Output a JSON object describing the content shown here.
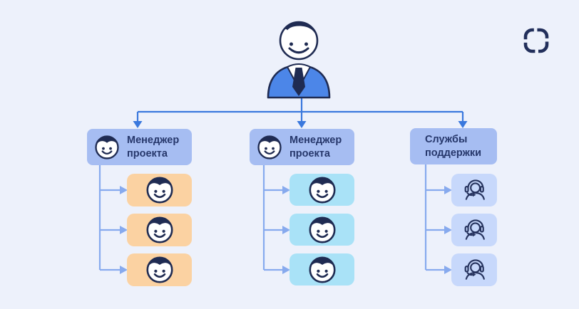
{
  "page": {
    "background_color": "#edf1fb",
    "brand_logo_icon": "broken-rounded-square-logo",
    "brand_logo_color": "#222f5b"
  },
  "org_chart": {
    "root": {
      "icon": "manager-in-blue-suit",
      "suit_color": "#4c86e8",
      "outline_color": "#1f2b52"
    },
    "connectors": {
      "primary_color": "#3a78dd",
      "secondary_color": "#87aaee"
    },
    "groups": [
      {
        "id": "project-manager-1",
        "label": "Менеджер проекта",
        "header_icon": "smiling-face",
        "header_color": "#a6bdf2",
        "member_icon": "smiling-face",
        "member_color": "#fbd2a2",
        "member_count": 3
      },
      {
        "id": "project-manager-2",
        "label": "Менеджер проекта",
        "header_icon": "smiling-face",
        "header_color": "#a6bdf2",
        "member_icon": "smiling-face",
        "member_color": "#a9e2f7",
        "member_count": 3
      },
      {
        "id": "support-services",
        "label": "Службы поддержки",
        "header_icon": "",
        "header_color": "#a6bdf2",
        "member_icon": "support-agent-headset",
        "member_color": "#c7d8fb",
        "member_count": 3
      }
    ]
  }
}
